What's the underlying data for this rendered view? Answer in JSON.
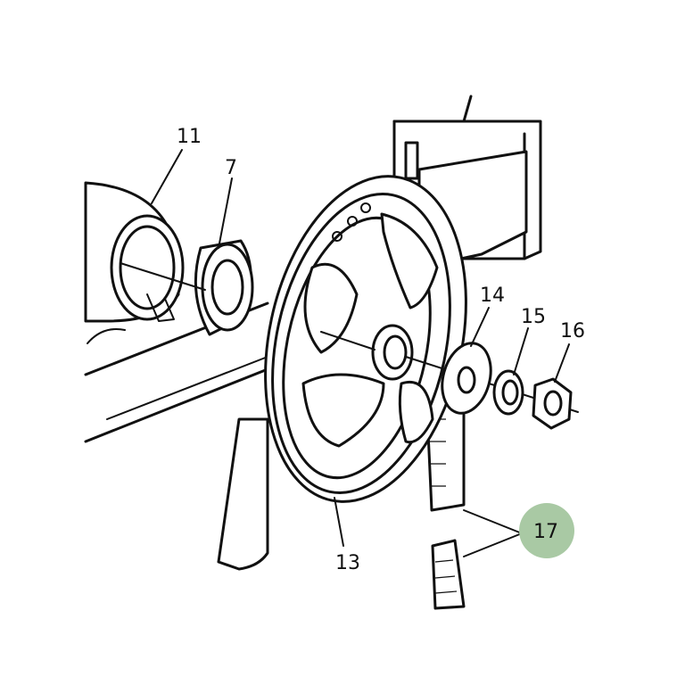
{
  "diagram": {
    "callouts": [
      {
        "id": "c11",
        "text": "11"
      },
      {
        "id": "c7",
        "text": "7"
      },
      {
        "id": "c14",
        "text": "14"
      },
      {
        "id": "c15",
        "text": "15"
      },
      {
        "id": "c16",
        "text": "16"
      },
      {
        "id": "c13",
        "text": "13"
      },
      {
        "id": "c17",
        "text": "17"
      }
    ],
    "highlight": {
      "callout": "17",
      "color": "#a9c9a4"
    },
    "parts_depicted": [
      "bearing-housing",
      "bearing",
      "pulley-wheel",
      "belt",
      "washer",
      "lock-washer",
      "nut",
      "mounting-plate",
      "belt-pad"
    ]
  }
}
